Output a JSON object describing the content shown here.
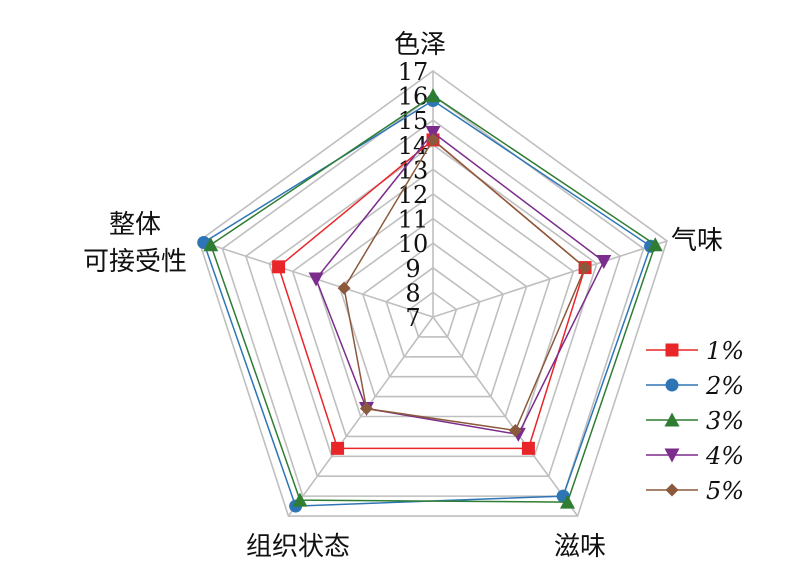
{
  "chart_data": {
    "type": "radar",
    "axes": [
      "色泽",
      "气味",
      "滋味",
      "组织状态",
      "整体可接受性"
    ],
    "axis_labels": {
      "color": "色泽",
      "odor": "气味",
      "taste": "滋味",
      "texture": "组织状态",
      "overall_line1": "整体",
      "overall_line2": "可接受性"
    },
    "rmin": 7,
    "rmax": 17,
    "ticks": [
      "7",
      "8",
      "9",
      "10",
      "11",
      "12",
      "13",
      "14",
      "15",
      "16",
      "17"
    ],
    "grid": true,
    "legend_position": "right",
    "series": [
      {
        "name": "1%",
        "marker": "square",
        "color": "#e8262a",
        "values": [
          14.2,
          13.5,
          13.6,
          13.6,
          13.6
        ]
      },
      {
        "name": "2%",
        "marker": "circle",
        "color": "#2e75b6",
        "values": [
          15.8,
          16.3,
          16.0,
          16.5,
          16.8
        ]
      },
      {
        "name": "3%",
        "marker": "triangle",
        "color": "#2e7d32",
        "values": [
          16.0,
          16.5,
          16.3,
          16.2,
          16.5
        ]
      },
      {
        "name": "4%",
        "marker": "triangle-down",
        "color": "#7b2c8c",
        "values": [
          14.5,
          14.3,
          12.9,
          11.6,
          12.0
        ]
      },
      {
        "name": "5%",
        "marker": "diamond",
        "color": "#8b5a3c",
        "values": [
          14.2,
          13.5,
          12.7,
          11.6,
          10.8
        ]
      }
    ]
  }
}
